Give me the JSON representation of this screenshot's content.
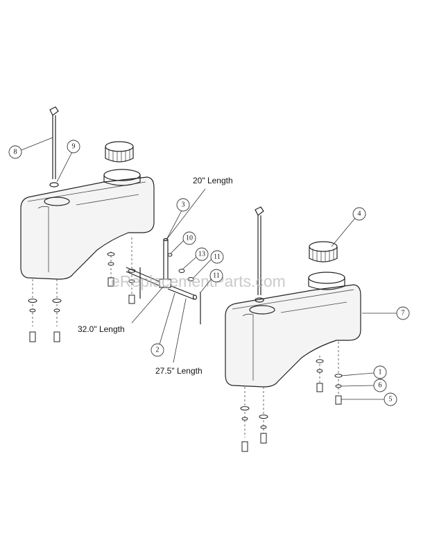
{
  "watermark": "eReplacementParts.com",
  "length_labels": {
    "a": "20\" Length",
    "b": "32.0\" Length",
    "c": "27.5\" Length"
  },
  "callouts": {
    "c1": "1",
    "c2": "2",
    "c3": "3",
    "c4": "4",
    "c5": "5",
    "c6": "6",
    "c7": "7",
    "c8": "8",
    "c9": "9",
    "c10": "10",
    "c11a": "11",
    "c11b": "11",
    "c13": "13"
  }
}
